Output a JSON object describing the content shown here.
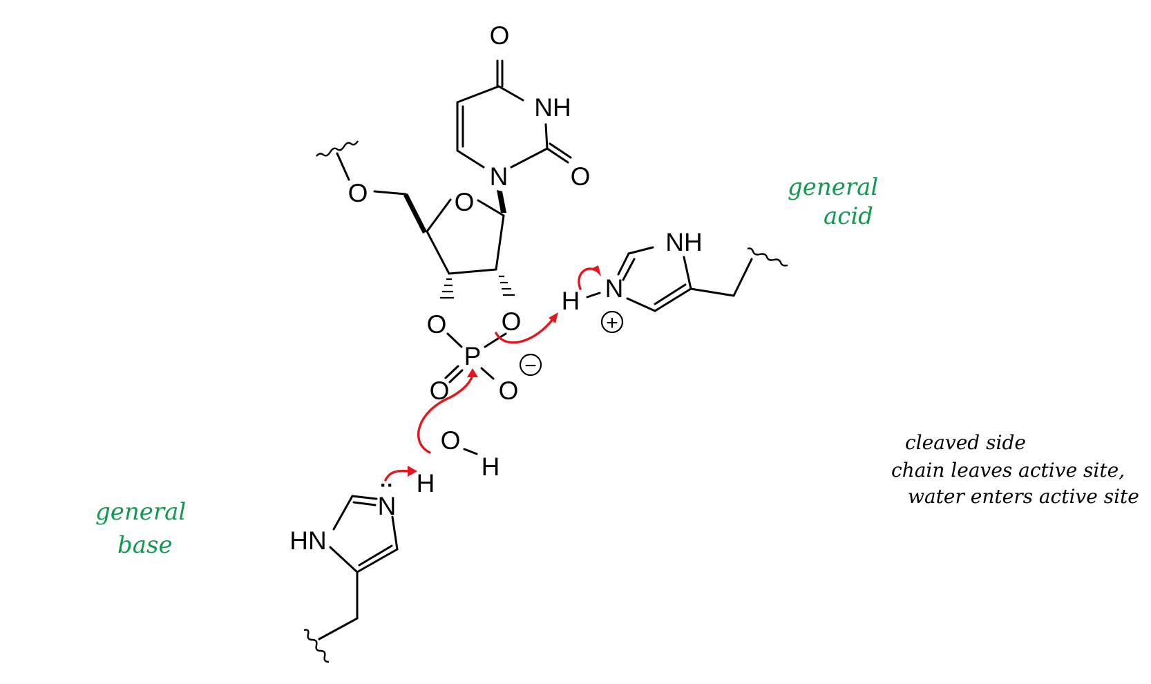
{
  "atoms": {
    "uracil_o_top": "O",
    "uracil_nh": "NH",
    "uracil_o_right": "O",
    "uracil_n": "N",
    "ring_o": "O",
    "chain_o": "O",
    "cyclic_o_left": "O",
    "cyclic_o_right": "O",
    "phosphorus": "P",
    "p_o_left": "O",
    "p_o_right": "O",
    "water_o": "O",
    "water_h_right": "H",
    "water_h_left": "H",
    "acid_h": "H",
    "acid_n": "N",
    "acid_nh": "NH",
    "base_n": "N",
    "base_hn": "HN"
  },
  "charges": {
    "phosphate_negative": "−",
    "acid_positive": "+",
    "base_lone_pair": "··"
  },
  "annotations": {
    "general_acid_line1": "general",
    "general_acid_line2": "acid",
    "general_base_line1": "general",
    "general_base_line2": "base",
    "cleaved_line1": "cleaved side",
    "cleaved_line2": "chain leaves active site,",
    "cleaved_line3": "water enters active site"
  },
  "colors": {
    "arrow": "#e8141c",
    "annotation": "#0e9a4f",
    "structure": "#000000"
  }
}
